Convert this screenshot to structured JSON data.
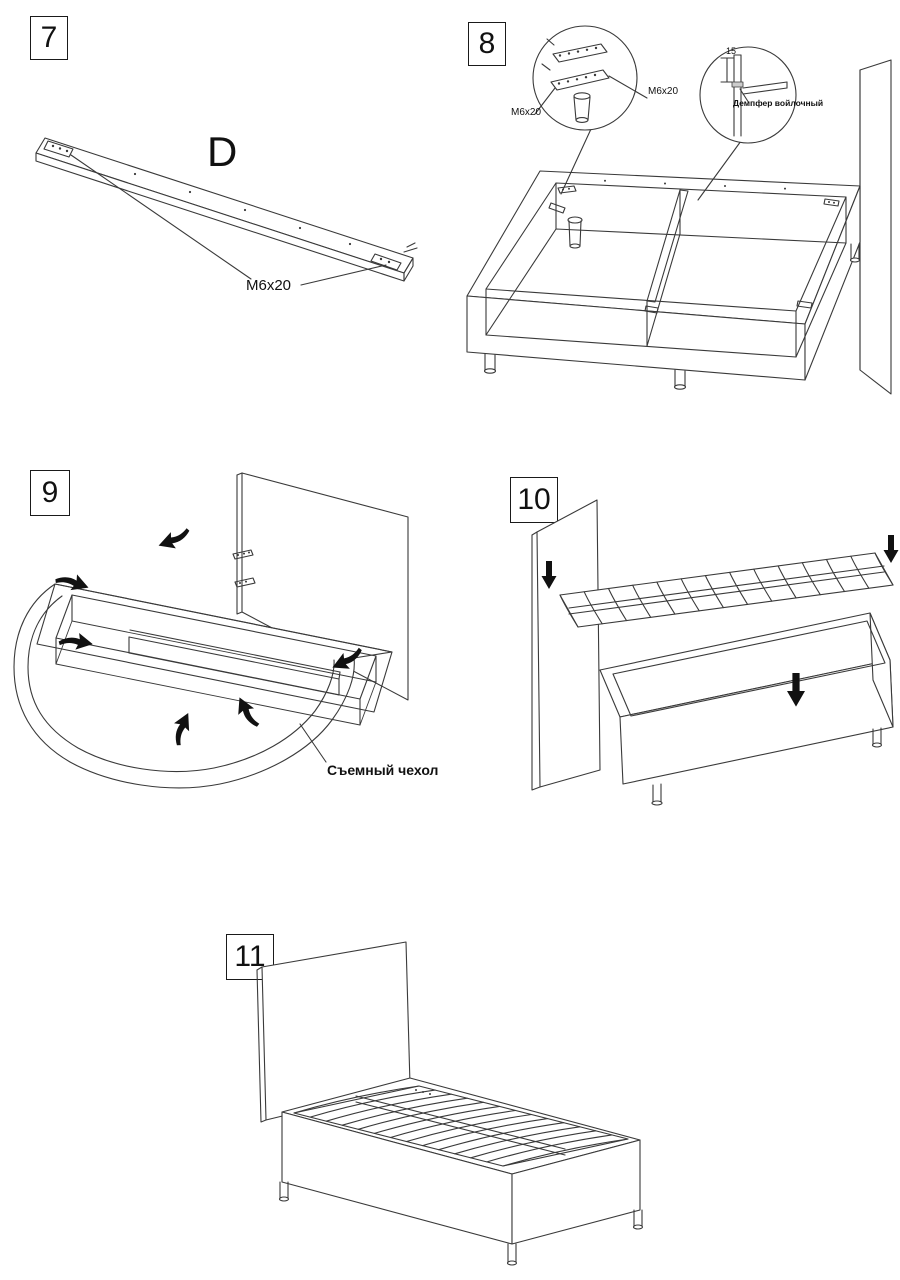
{
  "colors": {
    "line": "#3a3a3a",
    "arrow": "#111111",
    "background": "#ffffff"
  },
  "steps": {
    "step7": {
      "number": "7",
      "part_label": "D",
      "screw_label": "M6x20"
    },
    "step8": {
      "number": "8",
      "screw_label_right": "M6x20",
      "screw_label_left": "M6x20",
      "dimension_label": "15",
      "damper_label": "Демпфер войлочный"
    },
    "step9": {
      "number": "9",
      "cover_label": "Съемный чехол"
    },
    "step10": {
      "number": "10"
    },
    "step11": {
      "number": "11"
    }
  }
}
